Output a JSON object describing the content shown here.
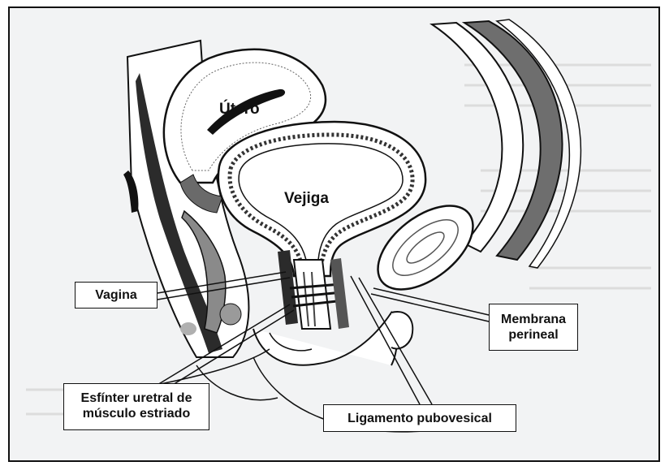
{
  "organs": {
    "utero": "Útero",
    "vejiga": "Vejiga"
  },
  "callouts": {
    "vagina": "Vagina",
    "membrana_line1": "Membrana",
    "membrana_line2": "perineal",
    "esfinter_line1": "Esfínter uretral de",
    "esfinter_line2": "músculo estriado",
    "ligamento": "Ligamento pubovesical"
  },
  "colors": {
    "ink": "#111111",
    "page_gray": "#f2f3f4",
    "tissue_white": "#ffffff",
    "tissue_dark": "#2b2b2b",
    "tissue_mid": "#8a8a8a"
  }
}
